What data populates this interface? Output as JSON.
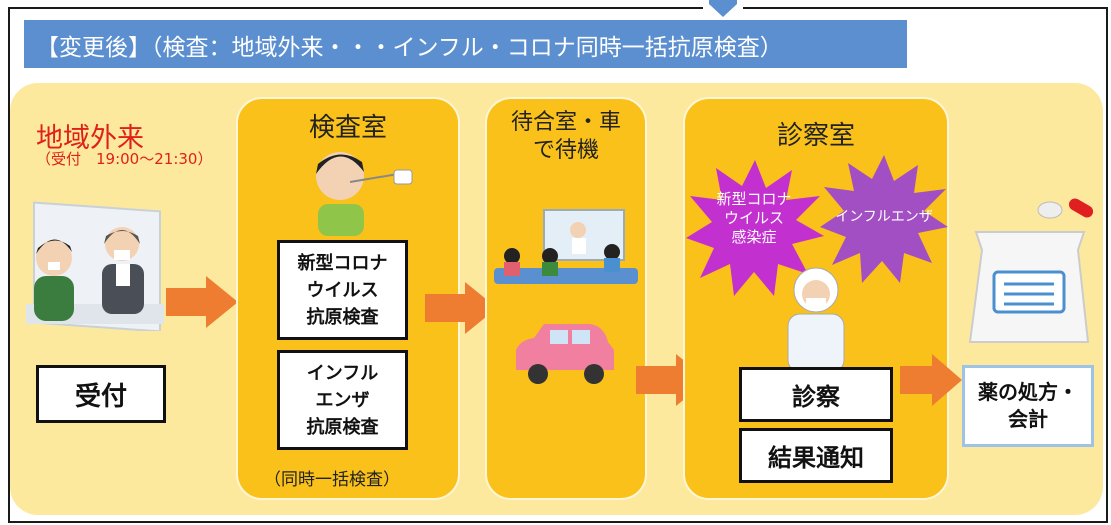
{
  "banner": {
    "text": "【変更後】（検査：地域外来・・・インフル・コロナ同時一括抗原検査）"
  },
  "reception": {
    "title": "地域外来",
    "hours": "（受付　19:00～21:30）",
    "box": "受付"
  },
  "exam_room": {
    "title": "検査室",
    "covid_test": "新型コロナ\nウイルス\n抗原検査",
    "flu_test": "インフル\nエンザ\n抗原検査",
    "note": "（同時一括検査）"
  },
  "waiting": {
    "title": "待合室・車\nで待機"
  },
  "consult_room": {
    "title": "診察室",
    "covid_burst": "新型コロナ\nウイルス\n感染症",
    "flu_burst": "インフルエンザ",
    "consult_box": "診察",
    "result_box": "結果通知"
  },
  "pharmacy": {
    "box": "薬の処方・\n会計"
  },
  "colors": {
    "banner": "#5b8fd0",
    "panel": "#fde99e",
    "column": "#f9c11a",
    "arrow": "#ee7d31",
    "covid_burst": "#c231cf",
    "flu_burst": "#a24fc4",
    "pharmacy_border": "#9dc3e6"
  }
}
